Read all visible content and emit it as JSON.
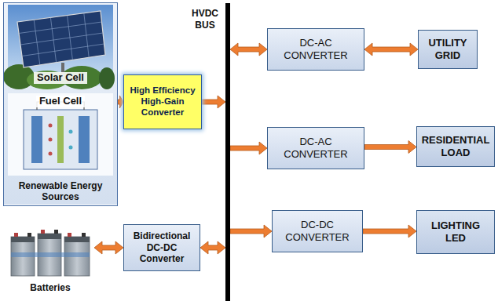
{
  "diagram": {
    "nodes": [
      {
        "text": [
          "Renewable Energy Sources"
        ]
      },
      {
        "text": [
          "Solar Cell"
        ],
        "in": 0
      },
      {
        "text": [
          "Fuel Cell"
        ],
        "in": 0
      },
      {
        "text": [
          "High Efficiency High-Gain Converter"
        ]
      },
      {
        "text": [
          "HVDC BUS"
        ]
      },
      {
        "text": [
          "DC-AC CONVERTER"
        ]
      },
      {
        "text": [
          "UTILITY GRID"
        ]
      },
      {
        "text": [
          "DC-AC CONVERTER"
        ]
      },
      {
        "text": [
          "RESIDENTIAL LOAD"
        ]
      },
      {
        "text": [
          "Batteries"
        ]
      },
      {
        "text": [
          "Bidirectional DC-DC Converter"
        ]
      },
      {
        "text": [
          "DC-DC CONVERTER"
        ]
      },
      {
        "text": [
          "LIGHTING LED"
        ]
      }
    ],
    "edges": [
      {
        "from": 0,
        "to": 3,
        "arrow": "to"
      },
      {
        "from": 3,
        "to": 4,
        "arrow": "to"
      },
      {
        "from": 4,
        "to": 5,
        "arrow": "both"
      },
      {
        "from": 5,
        "to": 6,
        "arrow": "both"
      },
      {
        "from": 4,
        "to": 7,
        "arrow": "to"
      },
      {
        "from": 7,
        "to": 8,
        "arrow": "to"
      },
      {
        "from": 9,
        "to": 10,
        "arrow": "both"
      },
      {
        "from": 10,
        "to": 4,
        "arrow": "both"
      },
      {
        "from": 4,
        "to": 11,
        "arrow": "to"
      },
      {
        "from": 11,
        "to": 12,
        "arrow": "to"
      }
    ]
  }
}
